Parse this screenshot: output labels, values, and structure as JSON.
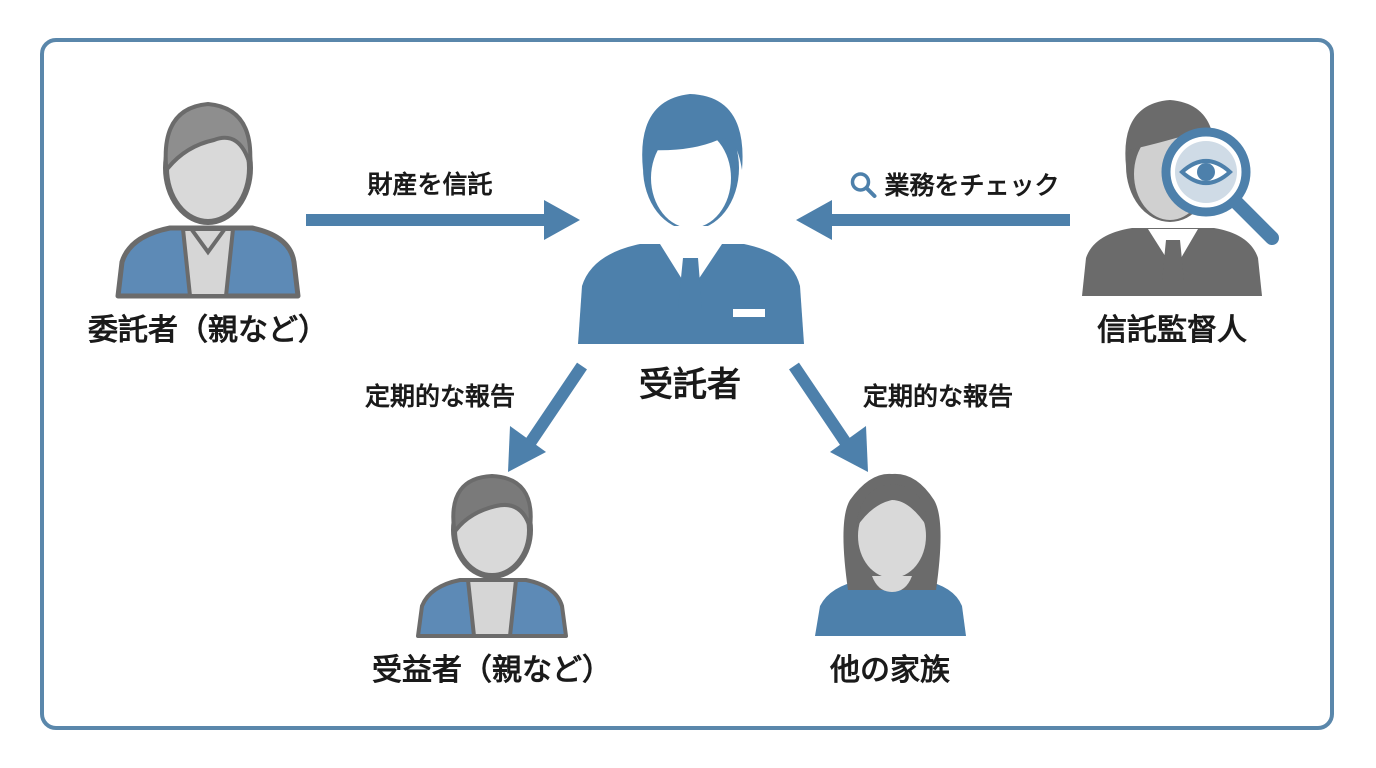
{
  "roles": {
    "settlor": "委託者（親など）",
    "trustee": "受託者",
    "supervisor": "信託監督人",
    "beneficiary": "受益者（親など）",
    "family": "他の家族"
  },
  "edges": {
    "entrust": "財産を信託",
    "check": "業務をチェック",
    "report_left": "定期的な報告",
    "report_right": "定期的な報告"
  },
  "colors": {
    "accent_blue": "#4d80ab",
    "frame_blue": "#5a87ab",
    "gray_dark": "#6b6b6b",
    "gray_light": "#d4d4d4"
  },
  "icons": {
    "settlor": "person-icon",
    "trustee": "businessman-icon",
    "supervisor": "inspector-icon",
    "beneficiary": "person-icon",
    "family": "woman-icon",
    "check": "search-icon"
  }
}
